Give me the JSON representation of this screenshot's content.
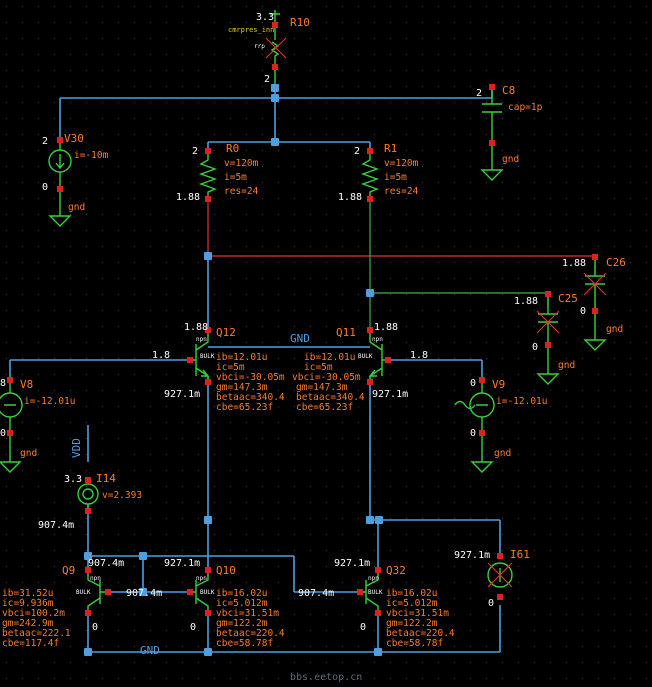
{
  "watermark": "bbs.eetop.cn",
  "nets": {
    "gnd_top": "GND",
    "gnd_bottom": "GND",
    "vdd": "VDD"
  },
  "r10": {
    "name": "R10",
    "vdd_value": "3.3",
    "node": "2",
    "label": "cmrpres_inn",
    "model": "rrp"
  },
  "c8": {
    "name": "C8",
    "param": "cap=1p",
    "node": "2",
    "gnd": "gnd"
  },
  "v30": {
    "name": "V30",
    "param": "i=-10m",
    "node_top": "2",
    "node_bot": "0",
    "gnd": "gnd"
  },
  "r0": {
    "name": "R0",
    "params": [
      "v=120m",
      "i=5m",
      "res=24"
    ],
    "node_top": "2",
    "node_bot": "1.88"
  },
  "r1": {
    "name": "R1",
    "params": [
      "v=120m",
      "i=5m",
      "res=24"
    ],
    "node_top": "2",
    "node_bot": "1.88"
  },
  "c26": {
    "name": "C26",
    "node_top": "1.88",
    "node_bot": "0",
    "gnd": "gnd"
  },
  "c25": {
    "name": "C25",
    "node_top": "1.88",
    "node_bot": "0",
    "gnd": "gnd"
  },
  "q12": {
    "name": "Q12",
    "type": "npn",
    "bulk": "BULK",
    "collector": "1.88",
    "base": "1.8",
    "emitter": "927.1m",
    "params": [
      "ib=12.01u",
      "ic=5m",
      "vbci=-30.05m",
      "gm=147.3m",
      "betaac=340.4",
      "cbe=65.23f"
    ]
  },
  "q11": {
    "name": "Q11",
    "type": "npn",
    "bulk": "BULK",
    "collector": "1.88",
    "base": "1.8",
    "emitter": "927.1m",
    "params": [
      "ib=12.01u",
      "ic=5m",
      "vbci=-30.05m",
      "gm=147.3m",
      "betaac=340.4",
      "cbe=65.23f"
    ]
  },
  "v8": {
    "name": "V8",
    "param": "i=-12.01u",
    "node_top": "8",
    "node_bot": "0",
    "gnd": "gnd"
  },
  "v9": {
    "name": "V9",
    "param": "i=-12.01u",
    "node_top": "0",
    "node_bot": "0",
    "gnd": "gnd"
  },
  "i14": {
    "name": "I14",
    "param": "v=2.393",
    "node_top": "3.3",
    "node_bot": "907.4m"
  },
  "i61": {
    "name": "I61",
    "node_top": "927.1m",
    "node_bot": "0"
  },
  "q9": {
    "name": "Q9",
    "type": "npn",
    "bulk": "BULK",
    "collector": "907.4m",
    "emitter": "0",
    "params": [
      "ib=31.52u",
      "ic=9.936m",
      "vbci=100.2m",
      "gm=242.9m",
      "betaac=222.1",
      "cbe=117.4f"
    ]
  },
  "q10": {
    "name": "Q10",
    "type": "npn",
    "bulk": "BULK",
    "collector": "927.1m",
    "base": "907.4m",
    "emitter": "0",
    "params": [
      "ib=16.02u",
      "ic=5.012m",
      "vbci=31.51m",
      "gm=122.2m",
      "betaac=220.4",
      "cbe=58.78f"
    ]
  },
  "q32": {
    "name": "Q32",
    "type": "npn",
    "bulk": "BULK",
    "collector": "927.1m",
    "base": "907.4m",
    "emitter": "0",
    "params": [
      "ib=16.02u",
      "ic=5.012m",
      "vbci=31.51m",
      "gm=122.2m",
      "betaac=220.4",
      "cbe=58.78f"
    ]
  }
}
